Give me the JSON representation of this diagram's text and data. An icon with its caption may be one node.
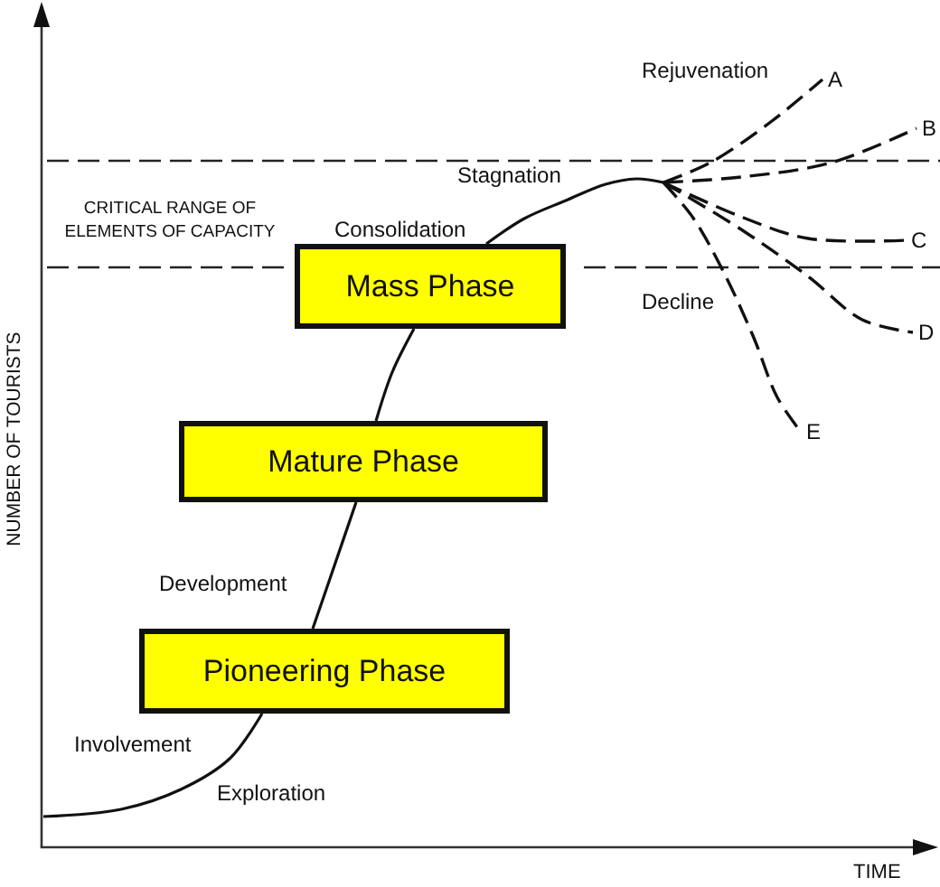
{
  "diagram": {
    "nodes": [
      {
        "text": [
          "Mass Phase"
        ]
      },
      {
        "text": [
          "Mature Phase"
        ]
      },
      {
        "text": [
          "Pioneering Phase"
        ]
      },
      {
        "text": [
          "A"
        ]
      },
      {
        "text": [
          "B"
        ]
      },
      {
        "text": [
          "C"
        ]
      },
      {
        "text": [
          "D"
        ]
      },
      {
        "text": [
          "E"
        ]
      }
    ],
    "edges": [
      {
        "from": null,
        "to": 2,
        "arrow": "none"
      },
      {
        "from": 2,
        "to": 1,
        "arrow": "none"
      },
      {
        "from": 1,
        "to": 0,
        "arrow": "none"
      },
      {
        "from": 0,
        "to": null,
        "arrow": "none"
      },
      {
        "from": null,
        "to": 3,
        "arrow": "none",
        "style": "dashed"
      },
      {
        "from": null,
        "to": 4,
        "arrow": "none",
        "style": "dashed"
      },
      {
        "from": null,
        "to": 5,
        "arrow": "none",
        "style": "dashed"
      },
      {
        "from": null,
        "to": 6,
        "arrow": "none",
        "style": "dashed"
      },
      {
        "from": null,
        "to": 7,
        "arrow": "none",
        "style": "dashed"
      }
    ],
    "labels": [
      "Rejuvenation",
      "Stagnation",
      "CRITICAL RANGE OF ELEMENTS OF CAPACITY",
      "Consolidation",
      "Decline",
      "NUMBER OF TOURISTS",
      "Development",
      "Involvement",
      "Exploration",
      "TIME"
    ]
  }
}
